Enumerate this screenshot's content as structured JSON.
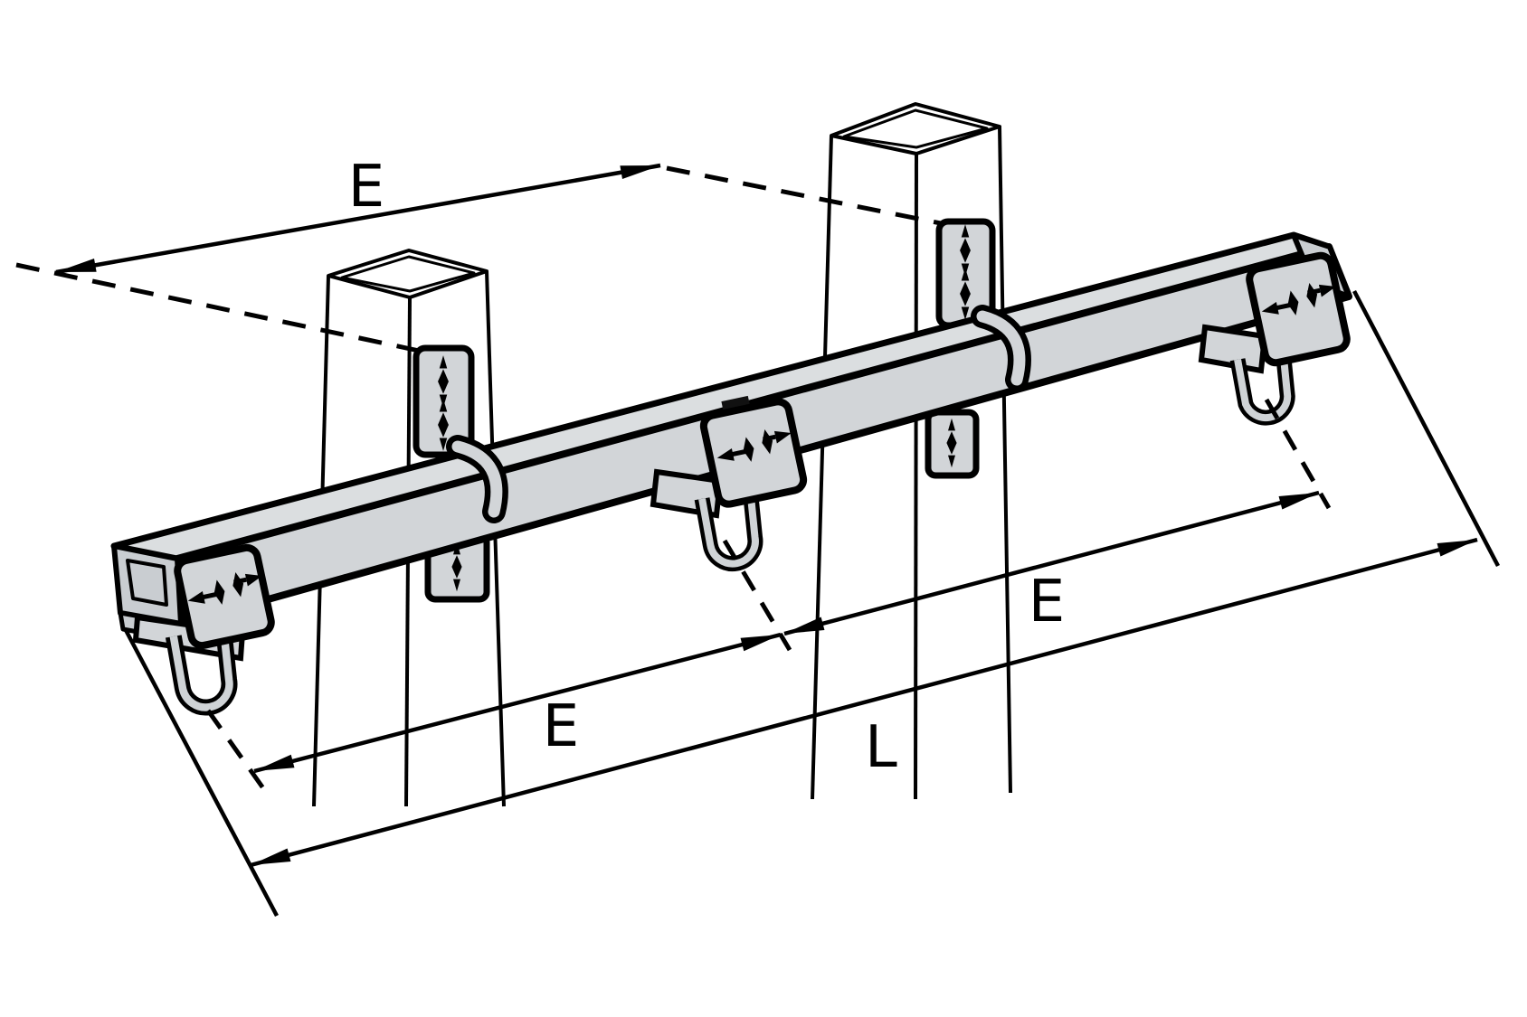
{
  "diagram": {
    "type": "technical-illustration",
    "subject": "suspended square-tube beam mounted on two posts with three hanger trolleys and shackles",
    "labels": {
      "dim_top": "E",
      "dim_left": "E",
      "dim_right": "E",
      "dim_length": "L"
    },
    "colors": {
      "line": "#000000",
      "beam_top": "#dbdee0",
      "beam_front": "#d2d5d8",
      "beam_end": "#c9cdd1",
      "bracket": "#d2d5d8",
      "background": "#ffffff"
    }
  }
}
